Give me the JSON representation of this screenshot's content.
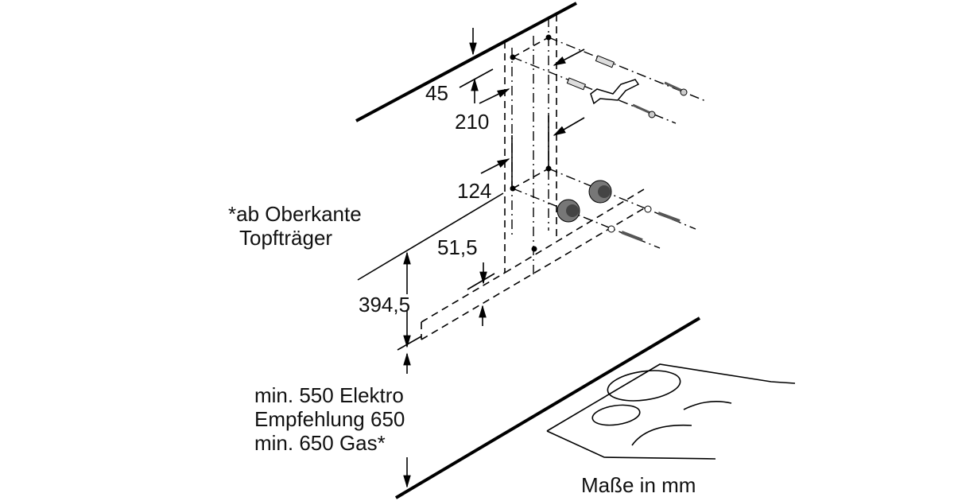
{
  "dimensions": {
    "d45": "45",
    "d210": "210",
    "d124": "124",
    "d51_5": "51,5",
    "d394_5": "394,5"
  },
  "notes": {
    "reference_line1": "*ab Oberkante",
    "reference_line2": "Topfträger",
    "min_line1": "min. 550 Elektro",
    "min_line2": "Empfehlung 650",
    "min_line3": "min. 650 Gas*",
    "units": "Maße in mm"
  }
}
